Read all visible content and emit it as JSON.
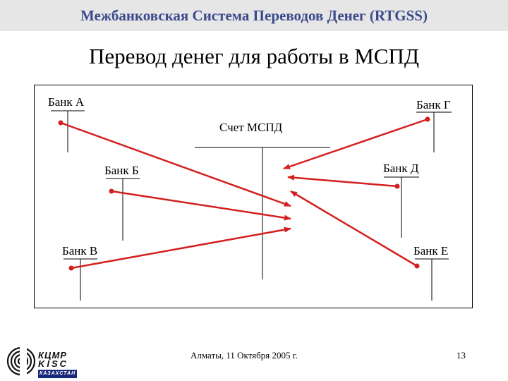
{
  "header": {
    "title": "Межбанковская Система Переводов Денег (RTGSS)"
  },
  "slide": {
    "title": "Перевод денег для работы в МСПД"
  },
  "diagram": {
    "center_label": "Счет МСПД",
    "banks": {
      "a": "Банк А",
      "b": "Банк Б",
      "v": "Банк В",
      "g": "Банк Г",
      "d": "Банк Д",
      "e": "Банк Е"
    },
    "arrow_color": "#d41f1f"
  },
  "footer": {
    "date": "Алматы, 11 Октября 2005 г.",
    "page": "13",
    "logo": {
      "line1": "КЦМР",
      "line2": "KISC",
      "line3": "КАЗАХСТАН"
    }
  }
}
